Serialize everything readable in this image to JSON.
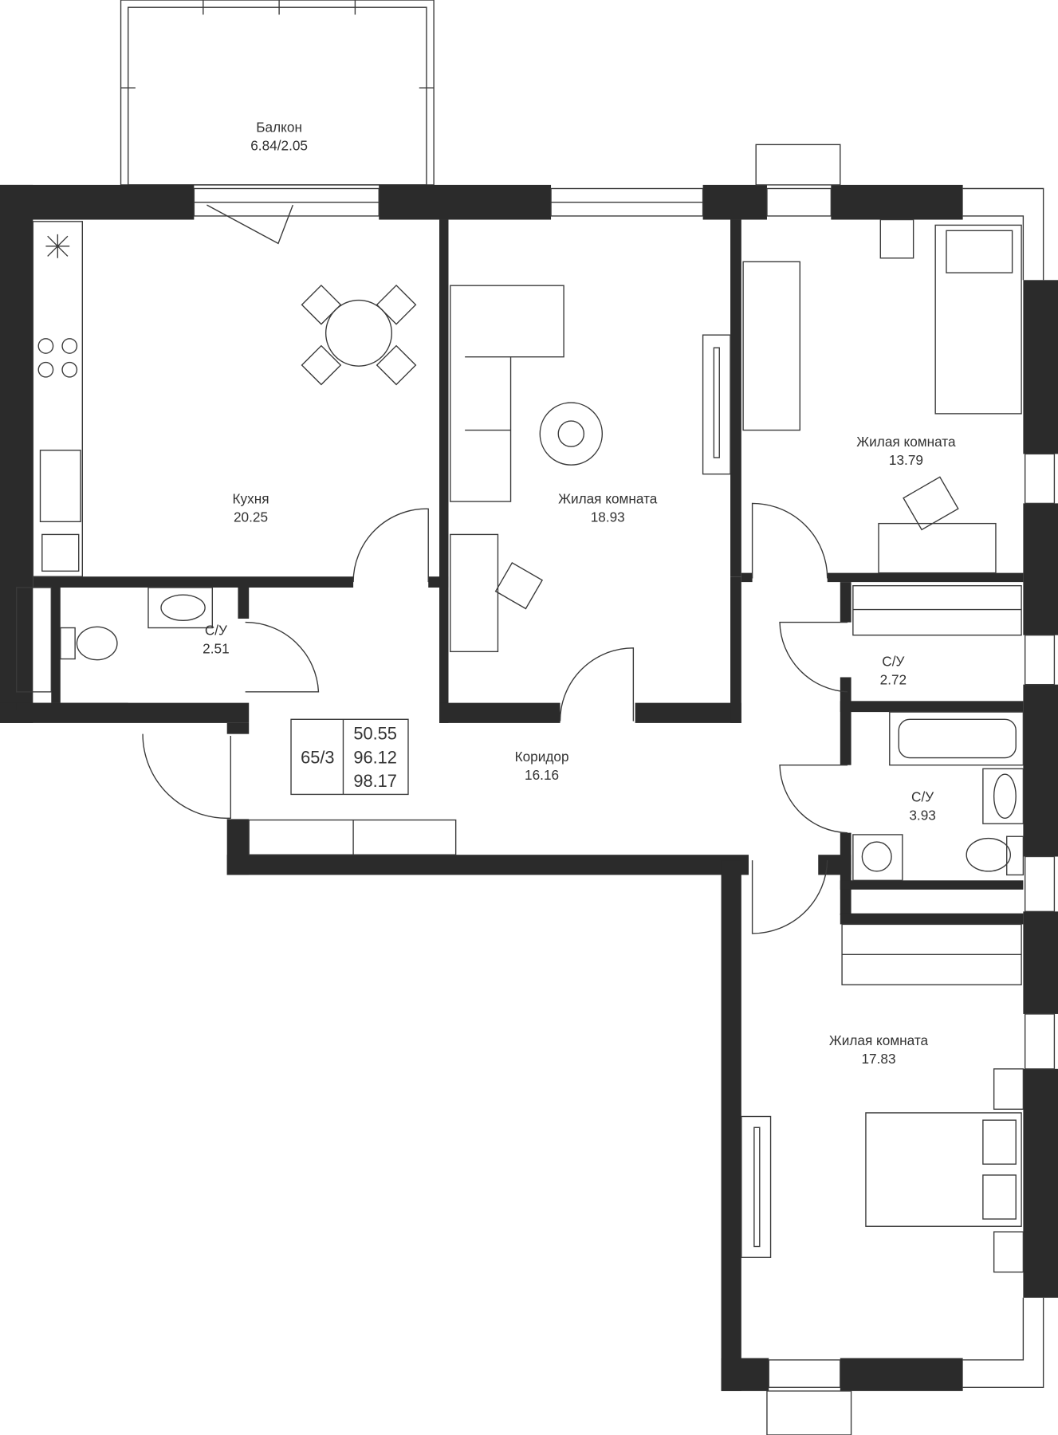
{
  "rooms": [
    {
      "name": "Балкон",
      "area": "6.84/2.05"
    },
    {
      "name": "Кухня",
      "area": "20.25"
    },
    {
      "name": "Жилая комната",
      "area": "18.93"
    },
    {
      "name": "Жилая комната",
      "area": "13.79"
    },
    {
      "name": "С/У",
      "area": "2.51"
    },
    {
      "name": "С/У",
      "area": "2.72"
    },
    {
      "name": "Коридор",
      "area": "16.16"
    },
    {
      "name": "С/У",
      "area": "3.93"
    },
    {
      "name": "Жилая комната",
      "area": "17.83"
    }
  ],
  "info": {
    "apartment": "65/3",
    "living_area": "50.55",
    "total_area": "96.12",
    "total_with_balcony": "98.17"
  }
}
